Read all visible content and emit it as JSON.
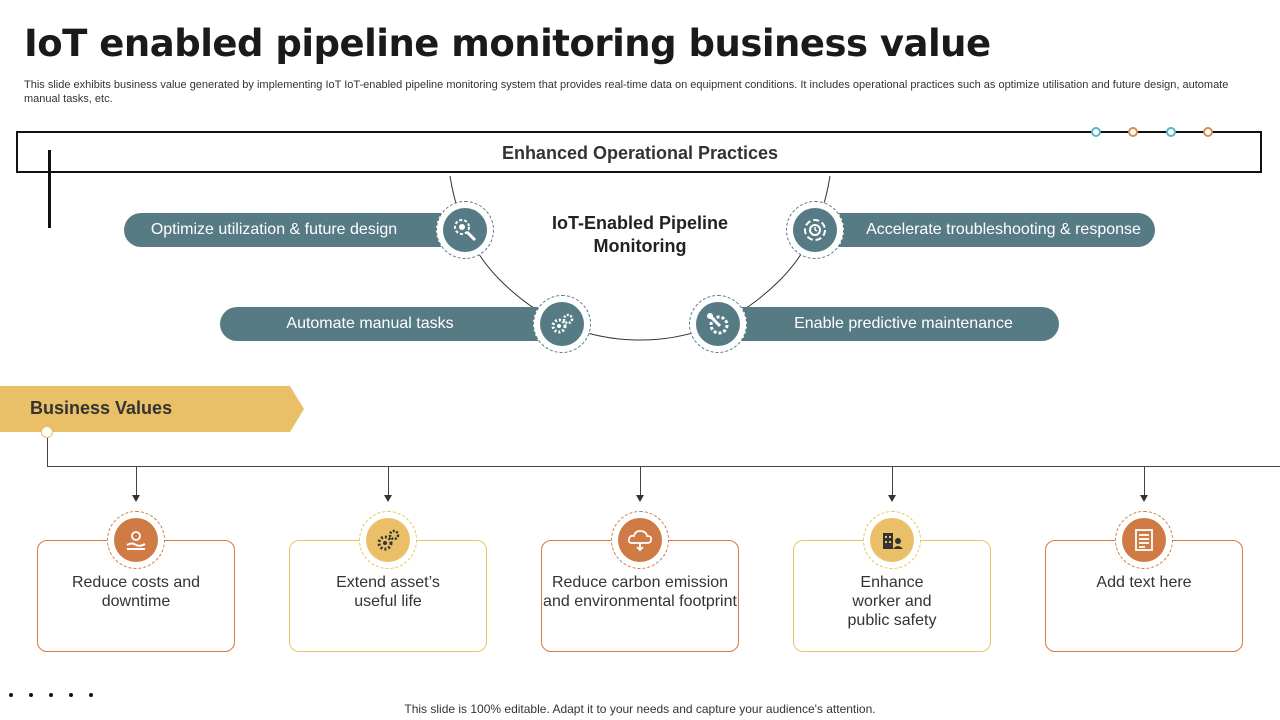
{
  "header": {
    "title": "IoT enabled pipeline monitoring business value",
    "subtitle": "This slide exhibits business value generated by implementing IoT IoT-enabled pipeline monitoring system that provides real-time data on equipment conditions. It includes operational practices such as optimize utilisation and future design, automate manual tasks, etc."
  },
  "operations": {
    "title": "Enhanced Operational Practices",
    "center_label": "IoT-Enabled Pipeline Monitoring",
    "practices": [
      {
        "label": "Optimize utilization & future  design",
        "icon": "gear-magnifier-icon"
      },
      {
        "label": "Accelerate troubleshooting & response",
        "icon": "clock-cycle-icon"
      },
      {
        "label": "Automate manual tasks",
        "icon": "gears-icon"
      },
      {
        "label": "Enable predictive maintenance",
        "icon": "wrench-gear-icon"
      }
    ]
  },
  "business_values": {
    "title": "Business Values",
    "items": [
      {
        "label": "Reduce costs and downtime",
        "icon": "money-hand-icon"
      },
      {
        "label": "Extend asset’s useful life",
        "icon": "gears-icon"
      },
      {
        "label": "Reduce carbon emission and environmental  footprint",
        "icon": "co2-cloud-icon"
      },
      {
        "label": "Enhance worker and public safety",
        "icon": "building-worker-icon"
      },
      {
        "label": "Add text here",
        "icon": "checklist-icon"
      }
    ]
  },
  "footer": {
    "text": "This slide is 100% editable. Adapt it to your needs and capture your audience's attention."
  },
  "colors": {
    "teal": "#567b85",
    "orange": "#d07a45",
    "gold": "#e9c068",
    "dot_cyan": "#58b8c8",
    "dot_orange": "#d9904a"
  }
}
